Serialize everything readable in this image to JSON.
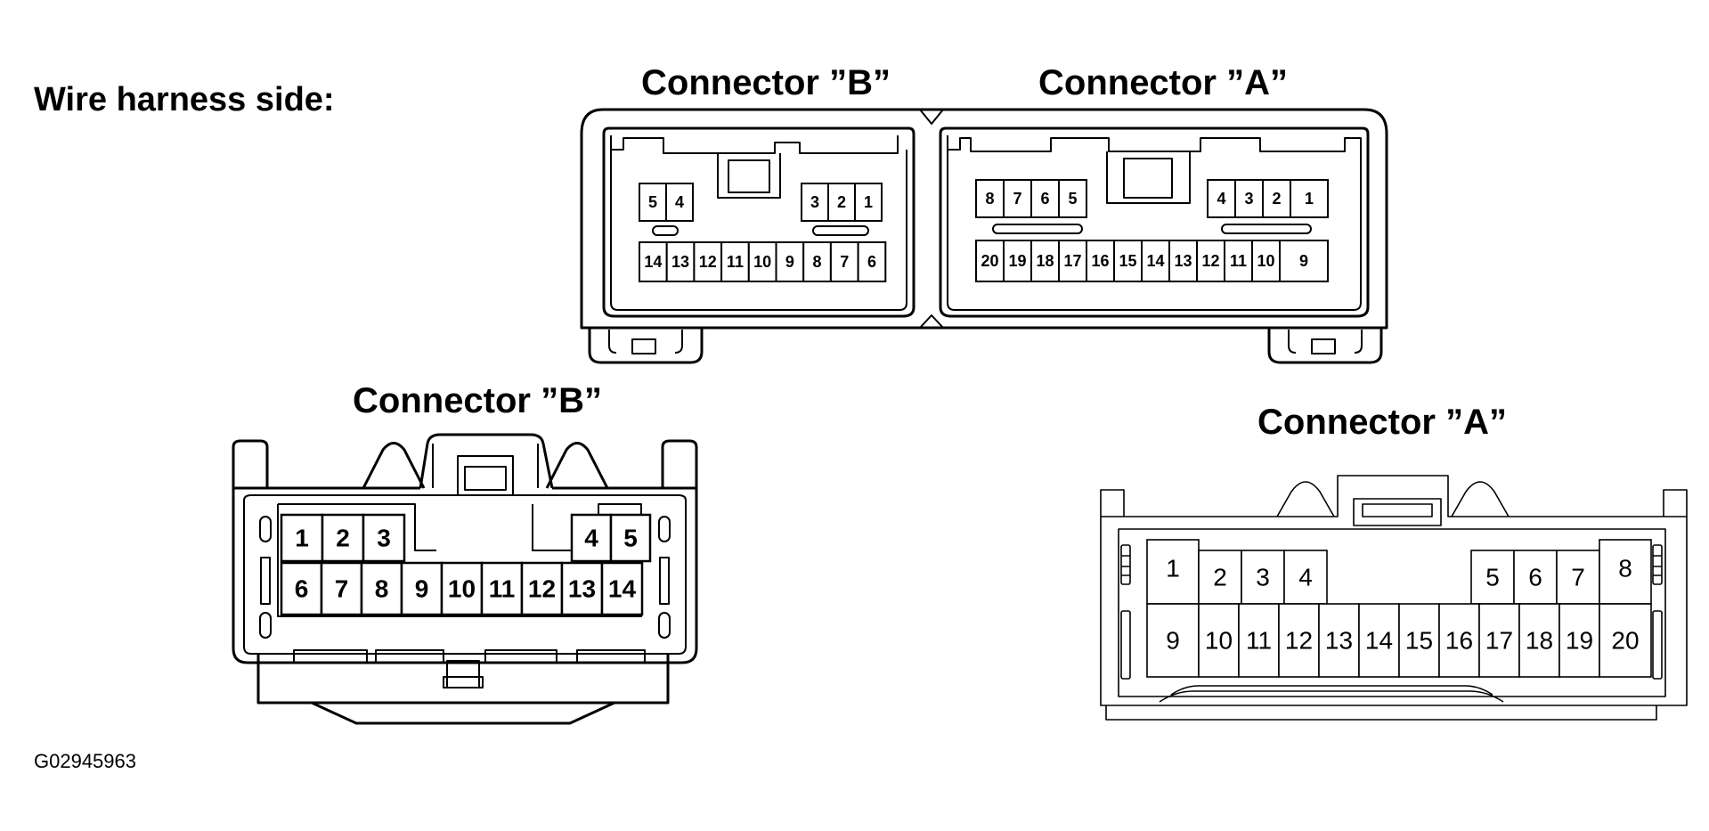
{
  "heading": "Wire harness side:",
  "figure_id": "G02945963",
  "top_assembly": {
    "connector_b_label": "Connector ”B”",
    "connector_a_label": "Connector ”A”",
    "connector_b_rows": [
      [
        "5",
        "4",
        "3",
        "2",
        "1"
      ],
      [
        "14",
        "13",
        "12",
        "11",
        "10",
        "9",
        "8",
        "7",
        "6"
      ]
    ],
    "connector_a_rows": [
      [
        "8",
        "7",
        "6",
        "5",
        "4",
        "3",
        "2",
        "1"
      ],
      [
        "20",
        "19",
        "18",
        "17",
        "16",
        "15",
        "14",
        "13",
        "12",
        "11",
        "10",
        "9"
      ]
    ]
  },
  "enlarged_b": {
    "label": "Connector ”B”",
    "rows": [
      [
        "1",
        "2",
        "3",
        "4",
        "5"
      ],
      [
        "6",
        "7",
        "8",
        "9",
        "10",
        "11",
        "12",
        "13",
        "14"
      ]
    ]
  },
  "enlarged_a": {
    "label": "Connector ”A”",
    "rows": [
      [
        "1",
        "2",
        "3",
        "4",
        "5",
        "6",
        "7",
        "8"
      ],
      [
        "9",
        "10",
        "11",
        "12",
        "13",
        "14",
        "15",
        "16",
        "17",
        "18",
        "19",
        "20"
      ]
    ]
  }
}
